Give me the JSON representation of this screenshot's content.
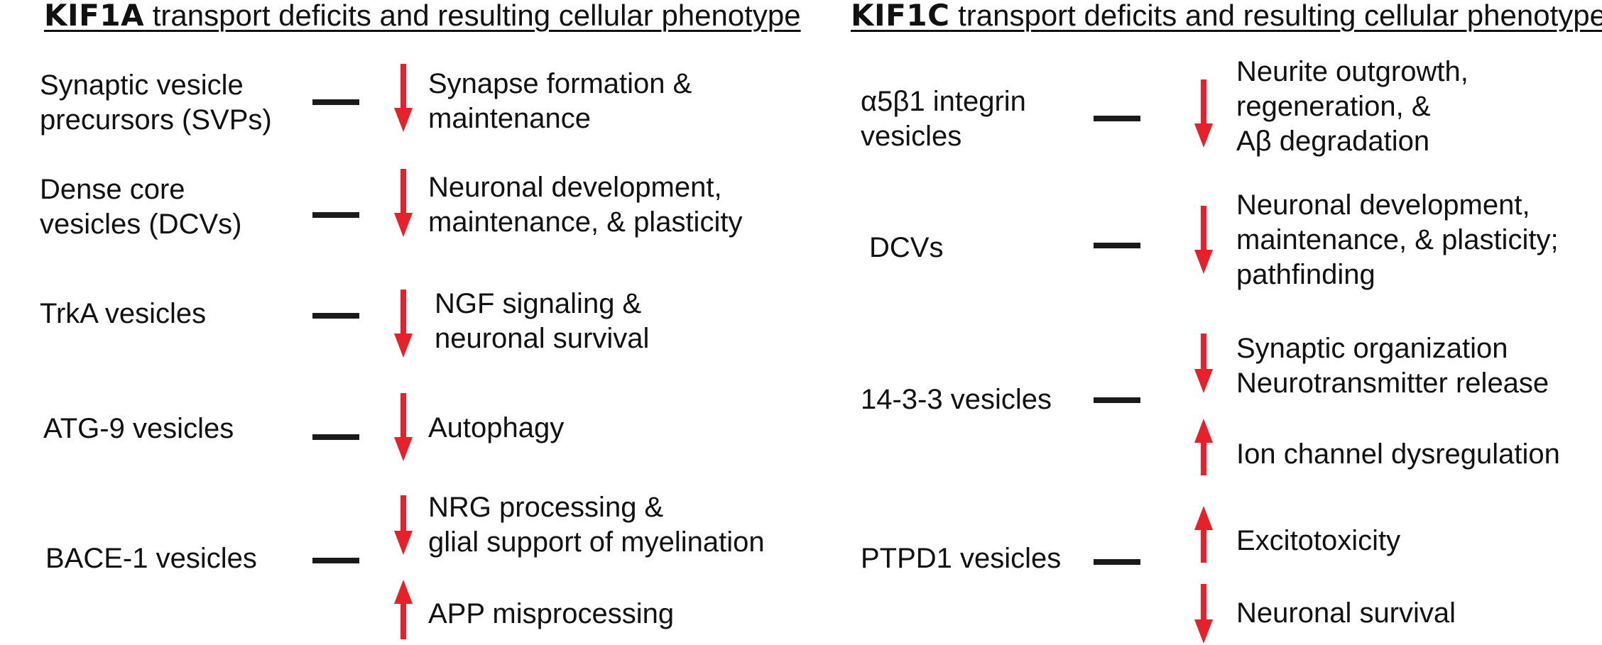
{
  "colors": {
    "arrow": "#e8202a",
    "dash": "#1a1a1a",
    "text": "#111111"
  },
  "panels": [
    {
      "gene": "KIF1A",
      "title_rest": " transport deficits and resulting cellular phenotype",
      "rows": [
        {
          "cargo": [
            "Synaptic vesicle",
            "precursors (SVPs)"
          ],
          "effects": [
            {
              "direction": "down",
              "text": [
                "Synapse formation &",
                "maintenance"
              ]
            }
          ]
        },
        {
          "cargo": [
            "Dense core",
            "vesicles (DCVs)"
          ],
          "effects": [
            {
              "direction": "down",
              "text": [
                "Neuronal development,",
                "maintenance, & plasticity"
              ]
            }
          ]
        },
        {
          "cargo": [
            "TrkA vesicles"
          ],
          "effects": [
            {
              "direction": "down",
              "text": [
                "NGF signaling &",
                "neuronal survival"
              ]
            }
          ]
        },
        {
          "cargo": [
            "ATG-9 vesicles"
          ],
          "effects": [
            {
              "direction": "down",
              "text": [
                "Autophagy"
              ]
            }
          ]
        },
        {
          "cargo": [
            "BACE-1 vesicles"
          ],
          "effects": [
            {
              "direction": "down",
              "text": [
                "NRG processing &",
                "glial support of myelination"
              ]
            },
            {
              "direction": "up",
              "text": [
                "APP misprocessing"
              ]
            }
          ]
        }
      ]
    },
    {
      "gene": "KIF1C",
      "title_rest": " transport deficits and resulting cellular phenotype",
      "rows": [
        {
          "cargo": [
            "α5β1 integrin",
            "vesicles"
          ],
          "effects": [
            {
              "direction": "down",
              "text": [
                "Neurite outgrowth,",
                "regeneration, &",
                "Aβ degradation"
              ]
            }
          ]
        },
        {
          "cargo": [
            "DCVs"
          ],
          "effects": [
            {
              "direction": "down",
              "text": [
                "Neuronal development,",
                "maintenance, & plasticity;",
                "pathfinding"
              ]
            }
          ]
        },
        {
          "cargo": [
            "14-3-3 vesicles"
          ],
          "effects": [
            {
              "direction": "down",
              "text": [
                "Synaptic organization",
                "Neurotransmitter release"
              ]
            },
            {
              "direction": "up",
              "text": [
                "Ion channel dysregulation"
              ]
            }
          ]
        },
        {
          "cargo": [
            "PTPD1 vesicles"
          ],
          "effects": [
            {
              "direction": "up",
              "text": [
                "Excitotoxicity"
              ]
            },
            {
              "direction": "down",
              "text": [
                "Neuronal survival"
              ]
            }
          ]
        }
      ]
    }
  ]
}
